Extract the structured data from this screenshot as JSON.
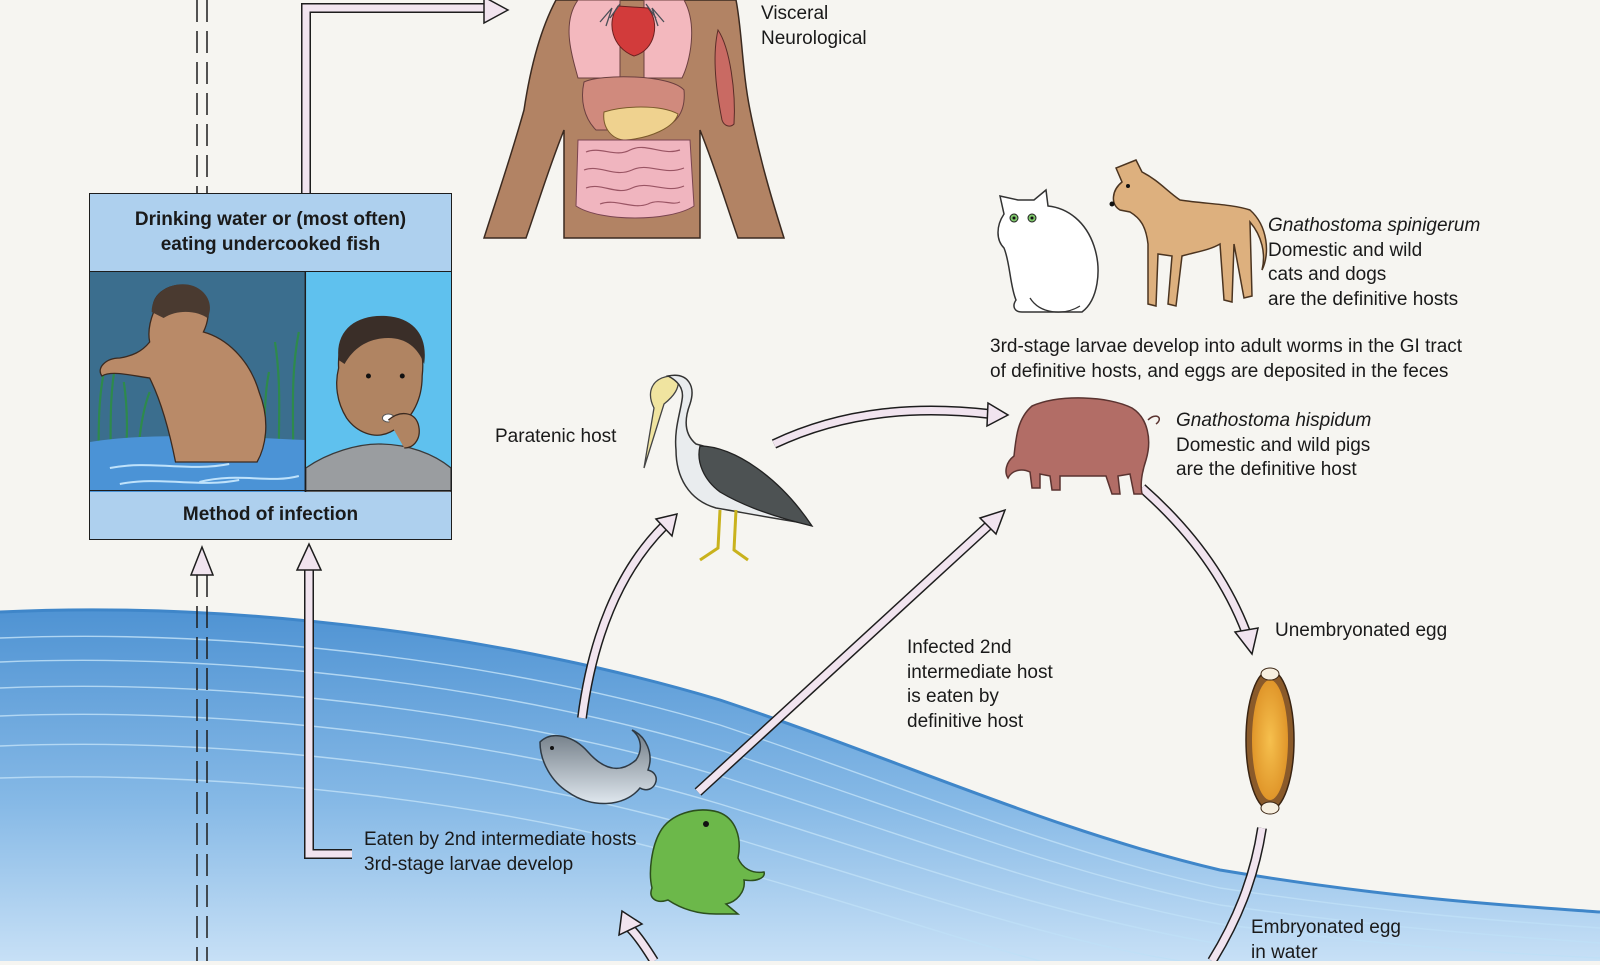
{
  "organ_labels": {
    "line1": "Visceral",
    "line2": "Neurological"
  },
  "infection_box": {
    "heading_line1": "Drinking water or (most often)",
    "heading_line2": "eating undercooked fish",
    "footer": "Method of infection"
  },
  "spinigerum": {
    "species": "Gnathostoma spinigerum",
    "line1": "Domestic and wild",
    "line2": "cats and dogs",
    "line3": "are the definitive hosts"
  },
  "larvae_note": {
    "line1": "3rd-stage larvae develop into adult worms in the GI tract",
    "line2": "of definitive hosts, and eggs are deposited in the feces"
  },
  "paratenic": "Paratenic host",
  "hispidum": {
    "species": "Gnathostoma hispidum",
    "line1": "Domestic and wild pigs",
    "line2": "are the definitive host"
  },
  "unembryonated": "Unembryonated egg",
  "infected_host": {
    "line1": "Infected 2nd",
    "line2": "intermediate host",
    "line3": "is eaten by",
    "line4": "definitive host"
  },
  "eaten_by": {
    "line1": "Eaten by 2nd intermediate hosts",
    "line2": "3rd-stage larvae develop"
  },
  "embryonated": {
    "line1": "Embryonated egg",
    "line2": "in water"
  },
  "colors": {
    "background": "#f6f5f1",
    "water": "#5b9bd5",
    "arrow_fill": "#f1e4ef",
    "box": "#aed0ee"
  }
}
